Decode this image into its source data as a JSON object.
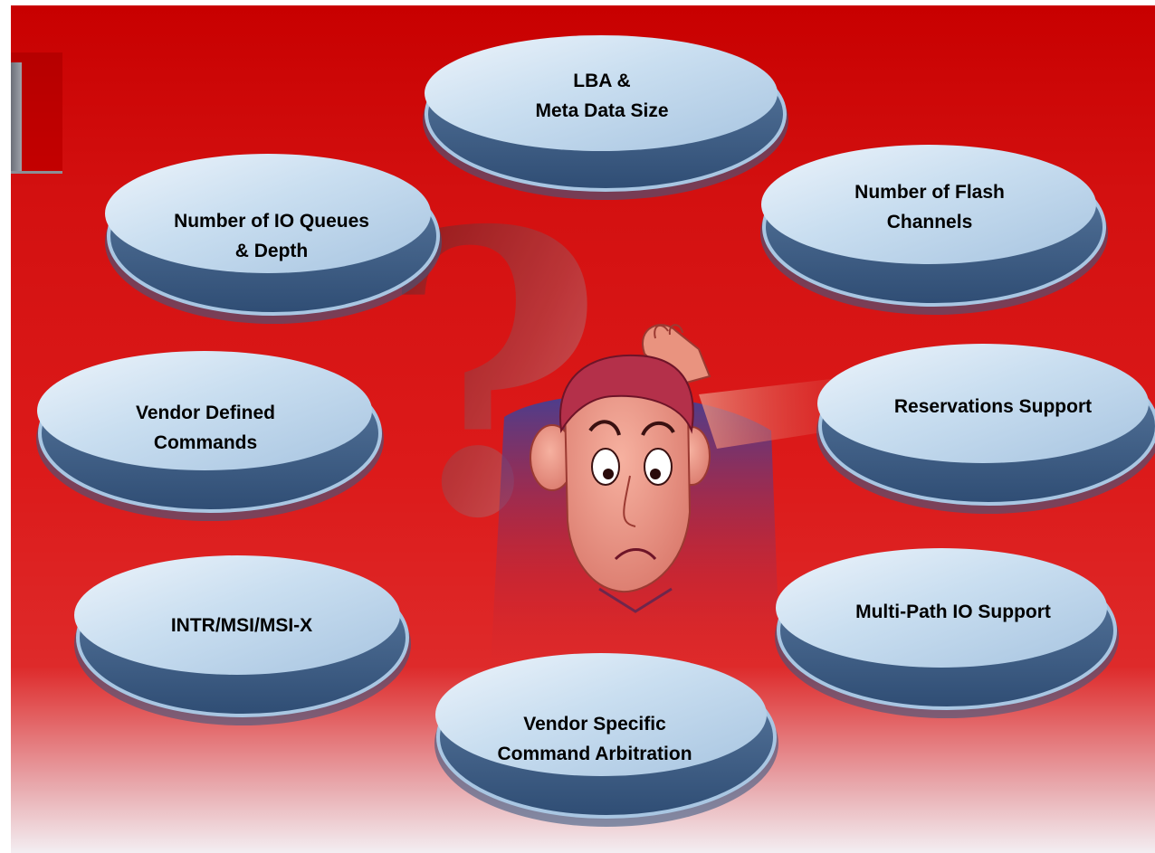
{
  "colors": {
    "background_top": "#c80000",
    "background_bottom": "#f3eef2",
    "bubble_face": "#c9def0",
    "bubble_rim": "#3f5f86",
    "bubble_text": "#000000"
  },
  "bubbles": [
    {
      "id": "lba",
      "label": "LBA &\nMeta Data Size"
    },
    {
      "id": "flash",
      "label": "Number of Flash\nChannels"
    },
    {
      "id": "ioqueues",
      "label": "Number of IO Queues\n& Depth"
    },
    {
      "id": "vendor-defined",
      "label": "Vendor Defined\nCommands"
    },
    {
      "id": "reservations",
      "label": "Reservations Support"
    },
    {
      "id": "intr",
      "label": "INTR/MSI/MSI-X"
    },
    {
      "id": "multipath",
      "label": "Multi-Path IO Support"
    },
    {
      "id": "arbitration",
      "label": "Vendor Specific\nCommand Arbitration"
    }
  ],
  "center_image": {
    "icon": "confused-man-with-question-mark",
    "glyph": "?"
  }
}
